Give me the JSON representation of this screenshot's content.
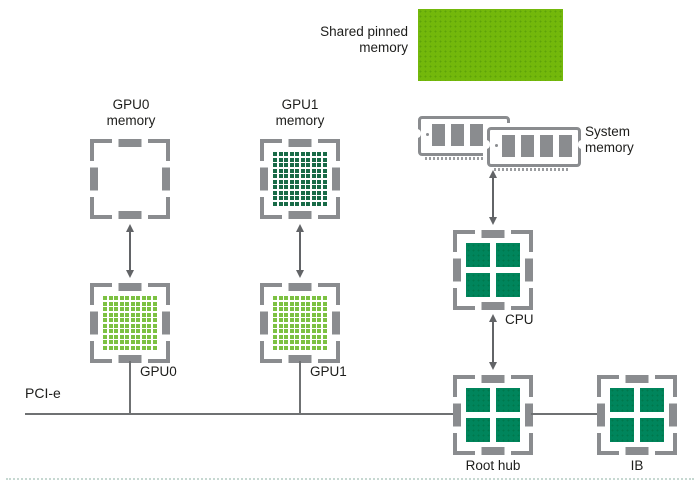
{
  "labels": {
    "shared_pinned": {
      "line1": "Shared pinned",
      "line2": "memory"
    },
    "gpu0_memory": {
      "line1": "GPU0",
      "line2": "memory"
    },
    "gpu1_memory": {
      "line1": "GPU1",
      "line2": "memory"
    },
    "system_memory": {
      "line1": "System",
      "line2": "memory"
    },
    "gpu0": "GPU0",
    "gpu1": "GPU1",
    "cpu": "CPU",
    "root_hub": "Root hub",
    "ib": "IB",
    "bus": "PCI-e"
  },
  "colors": {
    "nvidia_green": "#73b80b",
    "gpu_cell_green": "#7cc142",
    "memory_cell_dark_green": "#186b47",
    "chip_quad_green": "#00855c",
    "chip_border_gray": "#8a8c8f",
    "line_gray": "#6f7173",
    "text_color": "#1d1d1b"
  }
}
